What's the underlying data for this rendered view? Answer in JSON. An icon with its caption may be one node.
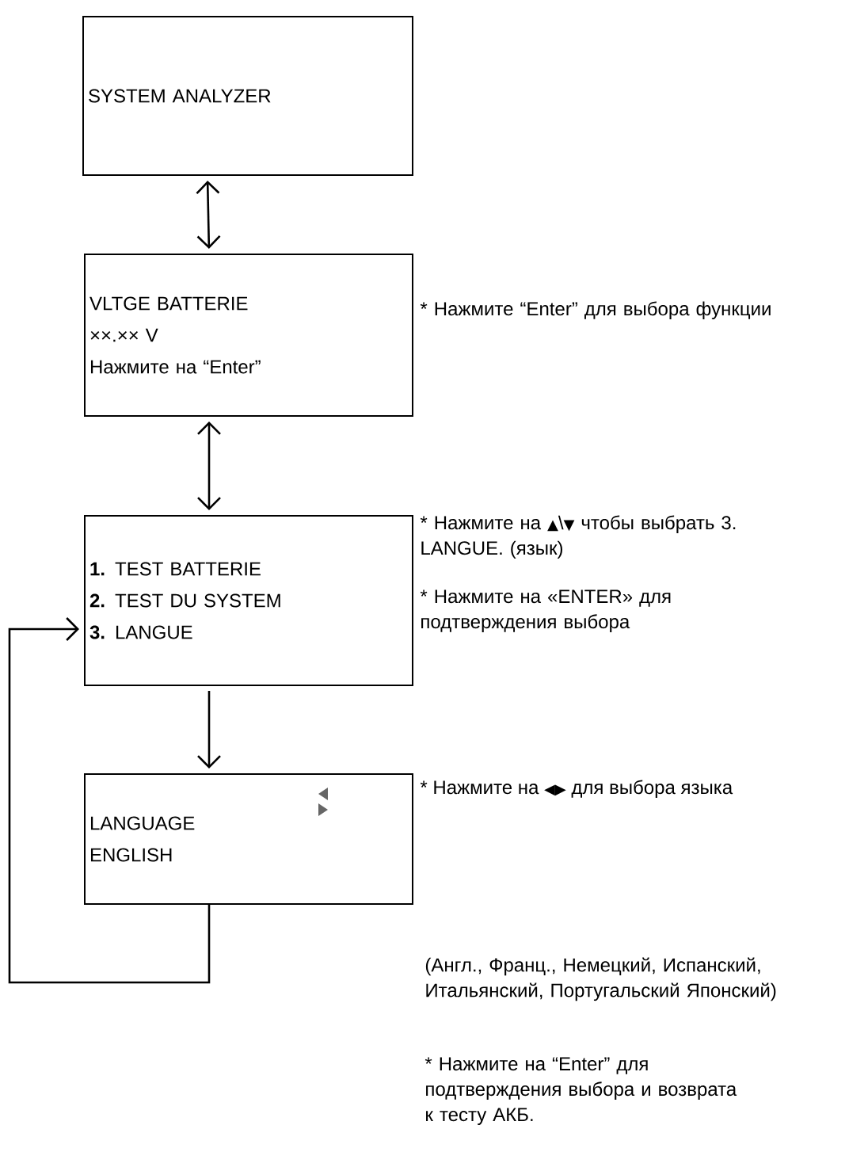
{
  "diagram": {
    "nodes": [
      {
        "text": [
          "SYSTEM  ANALYZER"
        ]
      },
      {
        "text": [
          "VLTGE BATTERIE",
          "××.×× V",
          "Нажмите на “Enter”"
        ],
        "beside": [
          "* Нажмите “Enter” для выбора функции"
        ]
      },
      {
        "text": [
          "**1.**  TEST BATTERIE",
          "**2.**  TEST DU SYSTEM",
          "**3.**  LANGUE"
        ],
        "beside": [
          "* Нажмите на  ▲\\▼ чтобы выбрать 3. LANGUE. (язык)",
          "* Нажмите на «ENTER» для подтверждения выбора"
        ]
      },
      {
        "text": [
          "LANGUAGE",
          "ENGLISH"
        ],
        "beside": [
          "* Нажмите на ◀▶ для выбора языка"
        ]
      }
    ],
    "edges": [
      {
        "from": 0,
        "to": 1,
        "arrow": "both"
      },
      {
        "from": 1,
        "to": 2,
        "arrow": "both"
      },
      {
        "from": 2,
        "to": 3,
        "arrow": "to"
      },
      {
        "from": 3,
        "to": 2,
        "arrow": "to"
      }
    ],
    "labels": [
      "(Англ., Франц., Немецкий, Испанский, Итальянский, Португальский Японский)",
      "* Нажмите на “Enter” для подтверждения выбора и возврата к тесту АКБ."
    ]
  }
}
